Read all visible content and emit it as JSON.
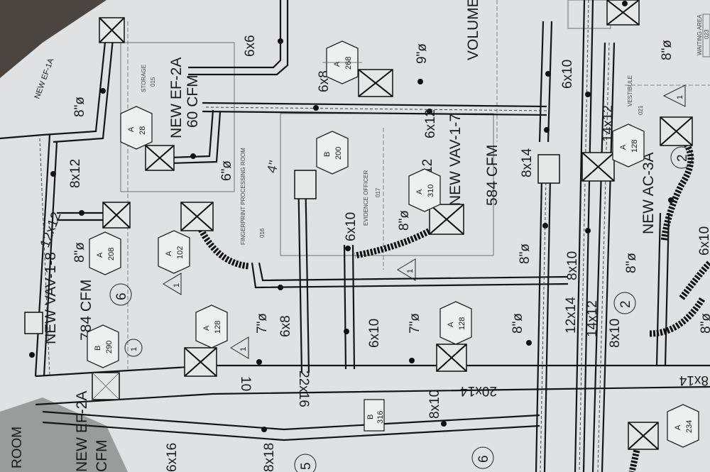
{
  "equipment": [
    {
      "name": "NEW EF-2A",
      "cfm": "60 CFM"
    },
    {
      "name": "NEW VAV-1-7",
      "cfm": "584 CFM"
    },
    {
      "name": "NEW VAV-1-8",
      "cfm": "784 CFM"
    },
    {
      "name": "NEW AC-3A"
    },
    {
      "name": "NEW EF-1A"
    },
    {
      "name": "NEW EF-2A",
      "cfm": "CFM"
    }
  ],
  "callouts": {
    "volume": "VOLUME"
  },
  "duct_sizes": [
    "6x6",
    "6x8",
    "8x12",
    "12x12",
    "6x12",
    "6x12",
    "6x10",
    "8x14",
    "14x12",
    "6x10",
    "6x8",
    "6x10",
    "8x10",
    "12x14",
    "14x12",
    "8x10",
    "10",
    "22x16",
    "20x14",
    "8x10",
    "8x14",
    "6x16",
    "8x18",
    "6x10"
  ],
  "diameters": [
    "8\"ø",
    "6\"ø",
    "9\"ø",
    "8\"ø",
    "8\"ø",
    "8\"ø",
    "7\"ø",
    "7\"ø",
    "8\"ø",
    "8\"ø",
    "8\"ø",
    "8\"ø"
  ],
  "tags": [
    {
      "type": "A",
      "cfm": "268"
    },
    {
      "type": "A",
      "cfm": "28"
    },
    {
      "type": "B",
      "cfm": "200"
    },
    {
      "type": "A",
      "cfm": "310"
    },
    {
      "type": "A",
      "cfm": "102"
    },
    {
      "type": "A",
      "cfm": "208"
    },
    {
      "type": "B",
      "cfm": "290"
    },
    {
      "type": "A",
      "cfm": "128"
    },
    {
      "type": "A",
      "cfm": "128"
    },
    {
      "type": "B",
      "cfm": "316"
    },
    {
      "type": "A",
      "cfm": "128"
    },
    {
      "type": "A",
      "cfm": "234"
    }
  ],
  "rooms": [
    {
      "name": "STORAGE",
      "number": "015"
    },
    {
      "name": "EVIDENCE OFFICER",
      "number": "017"
    },
    {
      "name": "FINGERPRINT PROCESSING ROOM",
      "number": "016"
    },
    {
      "name": "WAITING AREA",
      "number": "023"
    },
    {
      "name": "VESTIBULE",
      "number": "021"
    },
    {
      "name": "ROOM"
    }
  ],
  "markers": {
    "circles": [
      "6",
      "2",
      "1",
      "2",
      "6",
      "5"
    ],
    "triangles": [
      "1",
      "1",
      "1",
      "1"
    ]
  },
  "notes": {
    "handwritten": "4\""
  },
  "colors": {
    "paper": "#dfe1e2",
    "ink": "#151515"
  }
}
